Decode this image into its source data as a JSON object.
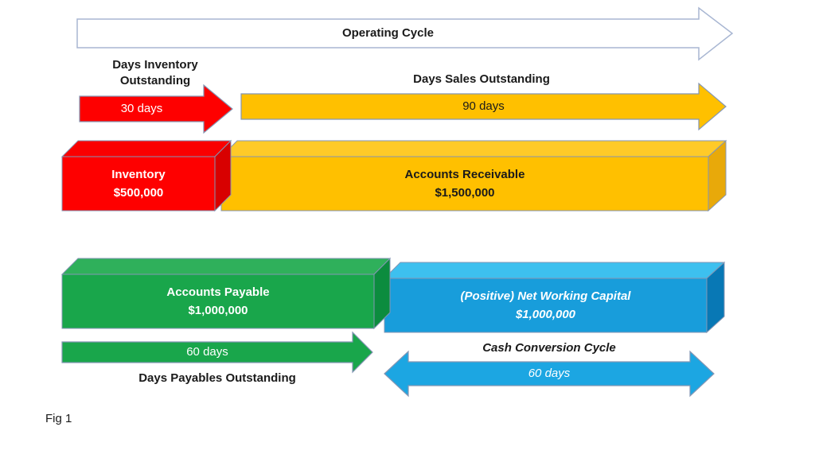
{
  "diagram": {
    "operating_cycle": {
      "label": "Operating Cycle"
    },
    "dio": {
      "label": "Days Inventory Outstanding",
      "duration": "30 days"
    },
    "dso": {
      "label": "Days Sales Outstanding",
      "duration": "90 days"
    },
    "inventory": {
      "name": "Inventory",
      "amount": "$500,000"
    },
    "accounts_receivable": {
      "name": "Accounts Receivable",
      "amount": "$1,500,000"
    },
    "accounts_payable": {
      "name": "Accounts Payable",
      "amount": "$1,000,000"
    },
    "net_working_capital": {
      "name": "(Positive) Net Working Capital",
      "amount": "$1,000,000"
    },
    "dpo": {
      "label": "Days Payables Outstanding",
      "duration": "60 days"
    },
    "ccc": {
      "label": "Cash Conversion Cycle",
      "duration": "60 days"
    },
    "caption": "Fig 1"
  },
  "colors": {
    "red": "#FE0000",
    "red_top": "#FA0000",
    "red_side": "#D80000",
    "gold": "#FFC000",
    "gold_top": "#FFCA28",
    "gold_side": "#E8A90A",
    "green": "#19A64B",
    "green_top": "#2FB05B",
    "green_side": "#0C8C3E",
    "blue": "#189DDB",
    "blue_top": "#3DC0EF",
    "blue_side": "#0878B5",
    "blue_arrow": "#1CA6E2",
    "shape_outline": "#8496B4",
    "title_arrow_outline": "#A8B6D2",
    "text_black": "#1A1A1A",
    "text_white": "#FFFFFF"
  }
}
